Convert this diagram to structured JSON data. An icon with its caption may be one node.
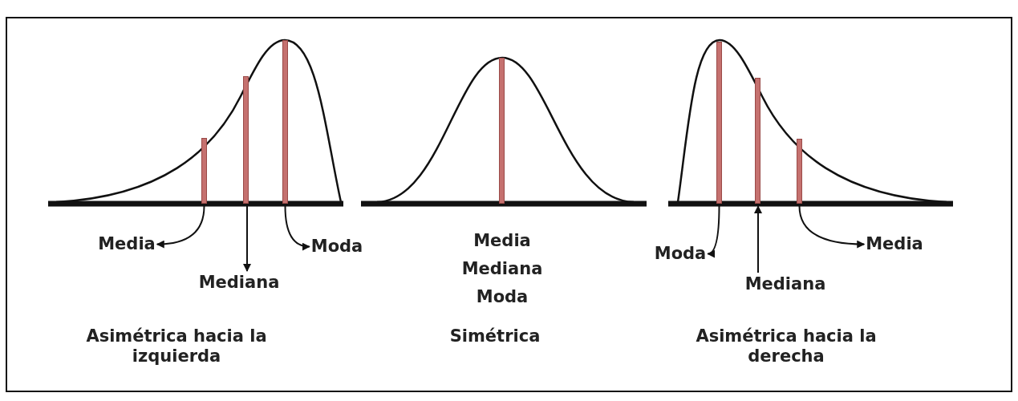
{
  "diagram": {
    "nodes": [
      {
        "text": [],
        "shape": "bar"
      },
      {
        "text": [],
        "shape": "bar"
      },
      {
        "text": [],
        "shape": "bar"
      },
      {
        "text": [
          "Media"
        ]
      },
      {
        "text": [
          "Mediana"
        ]
      },
      {
        "text": [
          "Moda"
        ]
      },
      {
        "text": [],
        "shape": "bar"
      },
      {
        "text": [],
        "shape": "bar"
      },
      {
        "text": [],
        "shape": "bar"
      },
      {
        "text": [
          "Moda"
        ]
      },
      {
        "text": [
          "Mediana"
        ]
      },
      {
        "text": [
          "Media"
        ]
      }
    ],
    "edges": [
      {
        "from": 0,
        "to": 3,
        "arrow": "to"
      },
      {
        "from": 1,
        "to": 4,
        "arrow": "to"
      },
      {
        "from": 2,
        "to": 5,
        "arrow": "to"
      },
      {
        "from": 6,
        "to": 9,
        "arrow": "to"
      },
      {
        "from": 10,
        "to": 7,
        "arrow": "to"
      },
      {
        "from": 8,
        "to": 11,
        "arrow": "to"
      }
    ],
    "labels": [
      "Media",
      "Mediana",
      "Moda",
      "Asimétrica hacia la izquierda",
      "Simétrica",
      "Asimétrica hacia la derecha"
    ]
  }
}
